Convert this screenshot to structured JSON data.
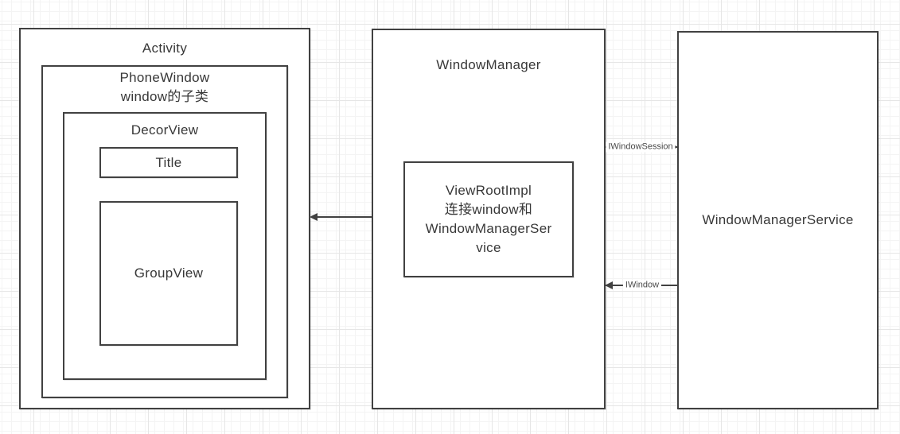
{
  "canvas": {
    "background": "#ffffff",
    "grid_minor_color": "#f4f4f4",
    "grid_major_color": "#e6e6e6",
    "stroke_color": "#414141",
    "text_color": "#383838"
  },
  "nodes": {
    "activity": {
      "label": "Activity"
    },
    "phone_window": {
      "label": [
        "PhoneWindow",
        "window的子类"
      ]
    },
    "decor_view": {
      "label": "DecorView"
    },
    "title": {
      "label": "Title"
    },
    "group_view": {
      "label": "GroupView"
    },
    "window_manager": {
      "label": "WindowManager"
    },
    "view_root_impl": {
      "label": [
        "ViewRootImpl",
        "连接window和",
        "WindowManagerSer",
        "vice"
      ]
    },
    "window_manager_service": {
      "label": "WindowManagerService"
    }
  },
  "connectors": {
    "wm_to_activity": {
      "label": "",
      "from": "WindowManager",
      "to": "Activity",
      "direction": "left"
    },
    "iwindow_session": {
      "label": "IWindowSession",
      "from": "WindowManager",
      "to": "WindowManagerService",
      "direction": "right"
    },
    "iwindow": {
      "label": "IWindow",
      "from": "WindowManagerService",
      "to": "WindowManager",
      "direction": "left"
    }
  }
}
